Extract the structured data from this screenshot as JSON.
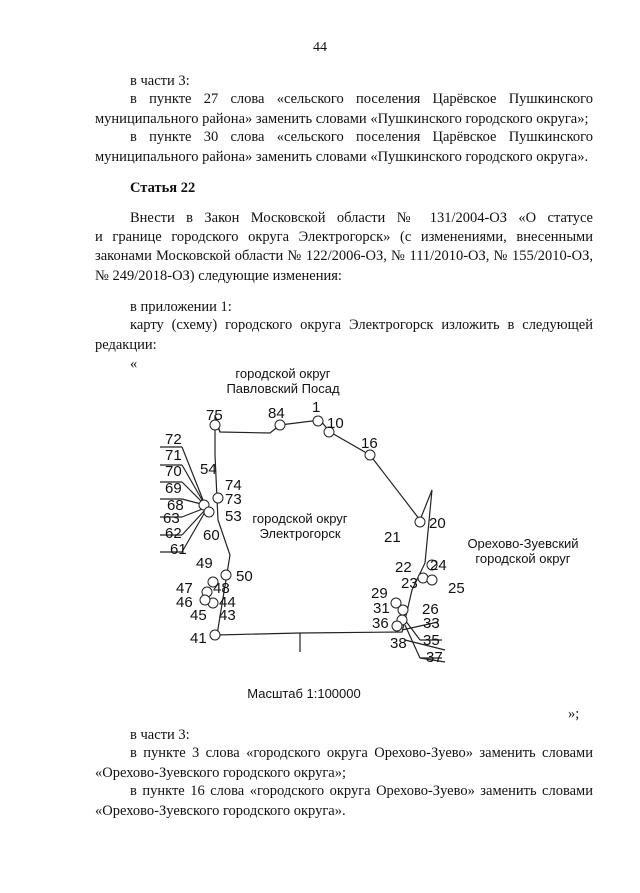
{
  "page_number": "44",
  "top": {
    "l1": "в части 3:",
    "l2": "в пункте 27 слова «сельского поселения Царёвское Пушкинского",
    "l3": "муниципального района» заменить словами «Пушкинского городского округа»;",
    "l4": "в пункте 30 слова «сельского поселения Царёвское Пушкинского",
    "l5": "муниципального района» заменить словами «Пушкинского городского округа»."
  },
  "article": {
    "heading": "Статья 22",
    "l1": "Внести в Закон Московской области № 131/2004-ОЗ «О статусе",
    "l2": "и границе городского округа Электрогорск» (с изменениями, внесенными",
    "l3": "законами Московской области № 122/2006-ОЗ, № 111/2010-ОЗ, № 155/2010-ОЗ,",
    "l4": "№ 249/2018-ОЗ) следующие изменения:",
    "l5": "в приложении 1:",
    "l6": "карту (схему) городского округа Электрогорск изложить в следующей",
    "l7": "редакции:",
    "open_quote": "«",
    "close_quote": "»;"
  },
  "map": {
    "north_label_1": "городской округ",
    "north_label_2": "Павловский Посад",
    "center_label_1": "городской округ",
    "center_label_2": "Электрогорск",
    "east_label_1": "Орехово-Зуевский",
    "east_label_2": "городской округ",
    "scale": "Масштаб 1:100000",
    "points": [
      "1",
      "10",
      "16",
      "20",
      "21",
      "22",
      "23",
      "24",
      "25",
      "26",
      "29",
      "31",
      "33",
      "35",
      "36",
      "37",
      "38",
      "41",
      "43",
      "44",
      "45",
      "46",
      "47",
      "48",
      "49",
      "50",
      "53",
      "54",
      "60",
      "61",
      "62",
      "63",
      "68",
      "69",
      "70",
      "71",
      "72",
      "73",
      "74",
      "75",
      "84"
    ]
  },
  "bottom": {
    "l1": "в части 3:",
    "l2": "в пункте 3 слова «городского округа Орехово-Зуево» заменить словами",
    "l3": "«Орехово-Зуевского городского округа»;",
    "l4": "в пункте 16 слова «городского округа Орехово-Зуево» заменить словами",
    "l5": "«Орехово-Зуевского городского округа»."
  }
}
